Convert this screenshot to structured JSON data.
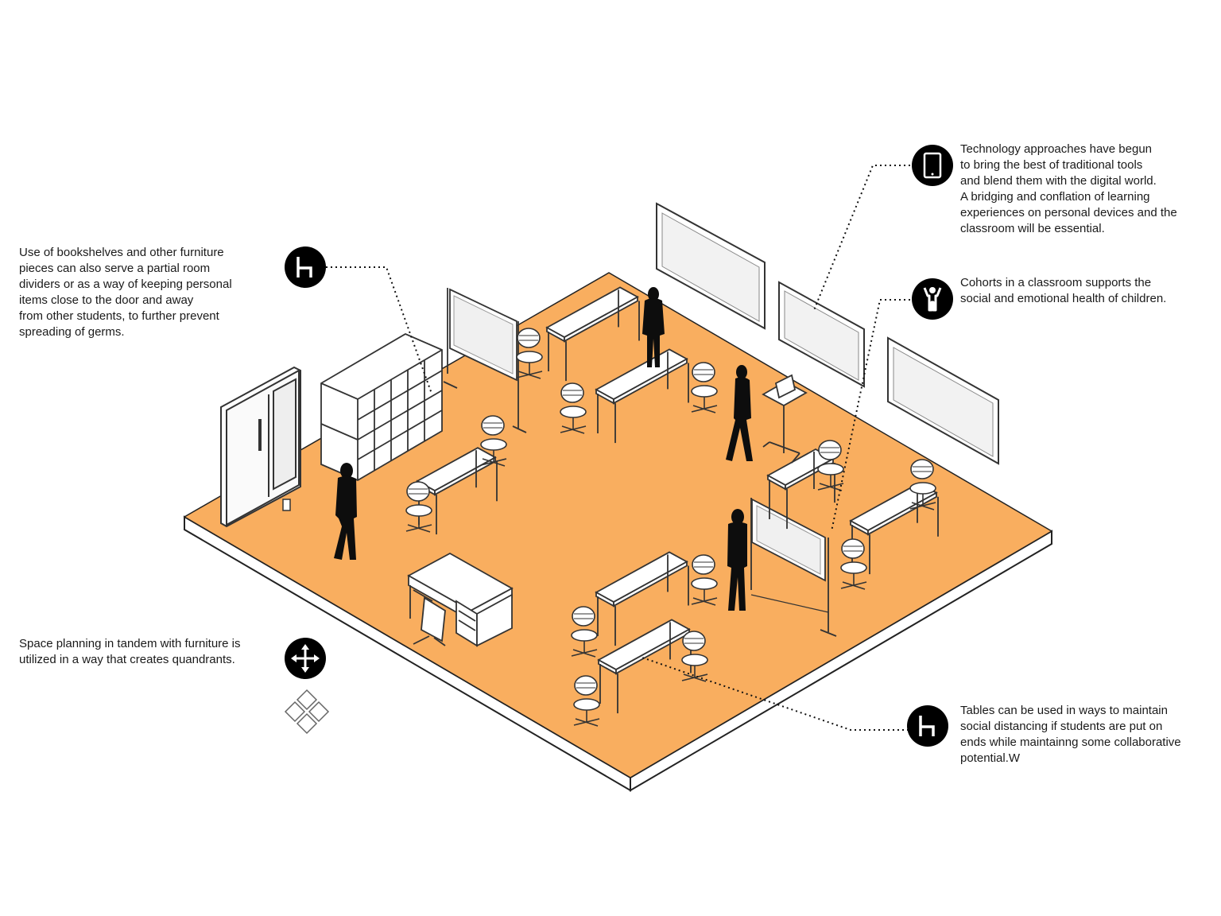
{
  "colors": {
    "floor": "#F9AE5F",
    "icon_bg": "#000000",
    "outline": "#222222",
    "silhouette": "#0d0d0d"
  },
  "annotations": {
    "furniture_dividers": {
      "text": "Use of bookshelves and other furniture\npieces can also serve a partial room\ndividers or as a way of keeping personal\nitems close to the door and away\nfrom other students, to further prevent\nspreading of germs.",
      "icon": "chair-icon"
    },
    "technology": {
      "text": "Technology approaches have begun\nto bring the best of traditional tools\nand blend them with the digital world.\nA bridging and conflation of learning\nexperiences on personal devices and the\nclassroom will be essential.",
      "icon": "tablet-icon"
    },
    "cohorts": {
      "text": "Cohorts in a classroom supports the\nsocial and emotional health of children.",
      "icon": "person-icon"
    },
    "space_planning": {
      "text": "Space planning in tandem with furniture is\nutilized in a way that creates quandrants.",
      "icon": "move-arrows-icon"
    },
    "tables": {
      "text": "Tables can be used in ways to maintain\nsocial distancing if students are put on\nends while maintainng some collaborative\npotential.W",
      "icon": "chair-icon"
    }
  }
}
